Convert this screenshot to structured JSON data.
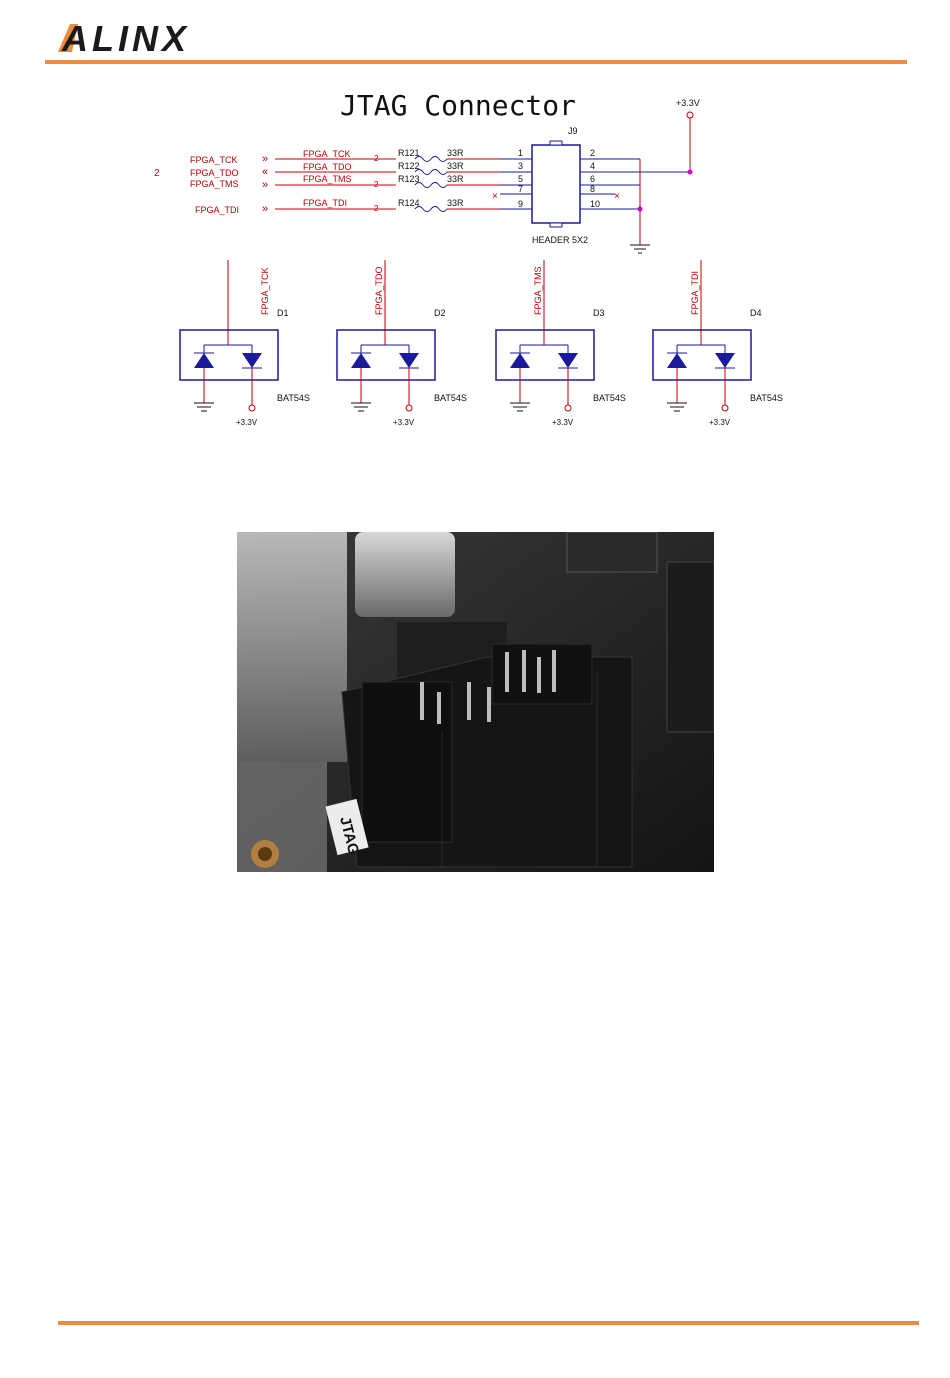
{
  "header": {
    "logo_text": "ALINX"
  },
  "schematic": {
    "title": "JTAG Connector",
    "sheet_ref": "2",
    "power_label": "+3.3V",
    "connector": {
      "ref": "J9",
      "part": "HEADER 5X2",
      "pins_left": [
        "1",
        "3",
        "5",
        "7",
        "9"
      ],
      "pins_right": [
        "2",
        "4",
        "6",
        "8",
        "10"
      ]
    },
    "nets": [
      {
        "signal": "FPGA_TCK",
        "net": "FPGA_TCK",
        "page": "2",
        "resistor": "R121",
        "value": "33R"
      },
      {
        "signal": "FPGA_TDO",
        "net": "FPGA_TDO",
        "page": "",
        "resistor": "R122",
        "value": "33R"
      },
      {
        "signal": "FPGA_TMS",
        "net": "FPGA_TMS",
        "page": "2",
        "resistor": "R123",
        "value": "33R"
      },
      {
        "signal": "FPGA_TDI",
        "net": "FPGA_TDI",
        "page": "2",
        "resistor": "R124",
        "value": "33R"
      }
    ],
    "diodes": [
      {
        "ref": "D1",
        "net": "FPGA_TCK",
        "part": "BAT54S",
        "supply": "+3.3V"
      },
      {
        "ref": "D2",
        "net": "FPGA_TDO",
        "part": "BAT54S",
        "supply": "+3.3V"
      },
      {
        "ref": "D3",
        "net": "FPGA_TMS",
        "part": "BAT54S",
        "supply": "+3.3V"
      },
      {
        "ref": "D4",
        "net": "FPGA_TDI",
        "part": "BAT54S",
        "supply": "+3.3V"
      }
    ]
  },
  "photo": {
    "silkscreen_label": "JTAG"
  }
}
